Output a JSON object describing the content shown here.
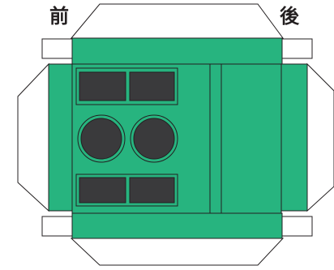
{
  "labels": {
    "front": "前",
    "back": "後"
  },
  "colors": {
    "box_green": "#27b47f",
    "window_dark": "#3a3a3c",
    "outline": "#231f20",
    "flap_fill": "#ffffff"
  },
  "panels": {
    "windows": [
      "top-left",
      "top-right",
      "bottom-left",
      "bottom-right"
    ],
    "circles": [
      "left",
      "right"
    ]
  }
}
